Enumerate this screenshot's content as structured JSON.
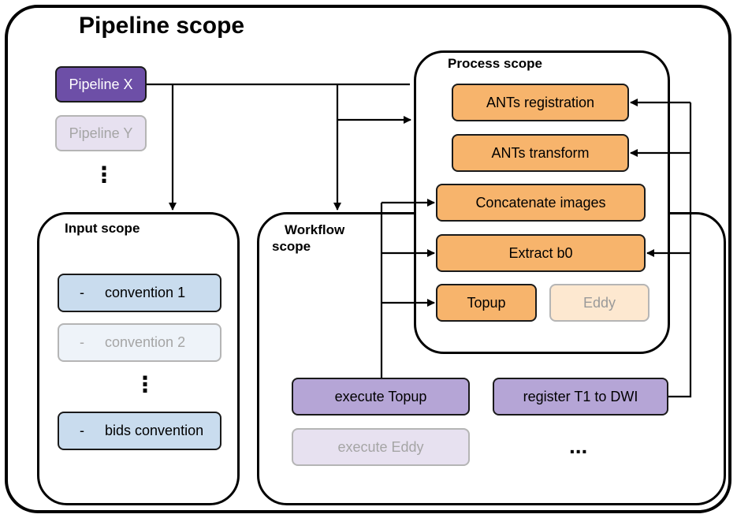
{
  "pipeline_scope": {
    "title": "Pipeline scope"
  },
  "pipelines": {
    "items": [
      "Pipeline X",
      "Pipeline Y"
    ],
    "more": "⋮"
  },
  "input_scope": {
    "title": "Input scope",
    "items": [
      {
        "dash": "-",
        "label": "convention 1"
      },
      {
        "dash": "-",
        "label": "convention 2"
      },
      {
        "dash": "-",
        "label": "bids convention"
      }
    ],
    "more": "⋮"
  },
  "workflow_scope": {
    "title_line1": "Workflow",
    "title_line2": "scope",
    "items": [
      "execute Topup",
      "register T1 to DWI",
      "execute Eddy"
    ],
    "more": "..."
  },
  "process_scope": {
    "title": "Process scope",
    "items": [
      "ANTs registration",
      "ANTs transform",
      "Concatenate images",
      "Extract b0",
      "Topup",
      "Eddy"
    ]
  },
  "colors": {
    "process": "#f7b46c",
    "workflow": "#b5a5d6",
    "pipeline_active": "#6d4fa7",
    "input": "#c9dcee"
  }
}
